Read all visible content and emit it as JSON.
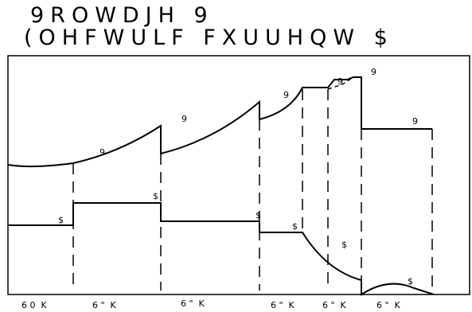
{
  "title": {
    "line1": "9ROWDJH 9",
    "line2": "(OHFWULF FXUUHQW $"
  },
  "upper_curve_labels": [
    {
      "text": "9"
    },
    {
      "text": "9"
    },
    {
      "text": "9"
    },
    {
      "text": "9"
    },
    {
      "text": "9"
    },
    {
      "text": "9"
    }
  ],
  "lower_curve_labels": [
    {
      "text": "$"
    },
    {
      "text": "$"
    },
    {
      "text": "$"
    },
    {
      "text": "$"
    },
    {
      "text": "$"
    },
    {
      "text": "$"
    }
  ],
  "bottom_labels": [
    {
      "text": "6 0  K"
    },
    {
      "text": "6 \"  K"
    },
    {
      "text": "6 \"  K"
    },
    {
      "text": "6 \"  K"
    },
    {
      "text": "6 \"  K"
    },
    {
      "text": "6 \"  K"
    }
  ],
  "colors": {
    "stroke": "#000000",
    "background": "#ffffff"
  }
}
